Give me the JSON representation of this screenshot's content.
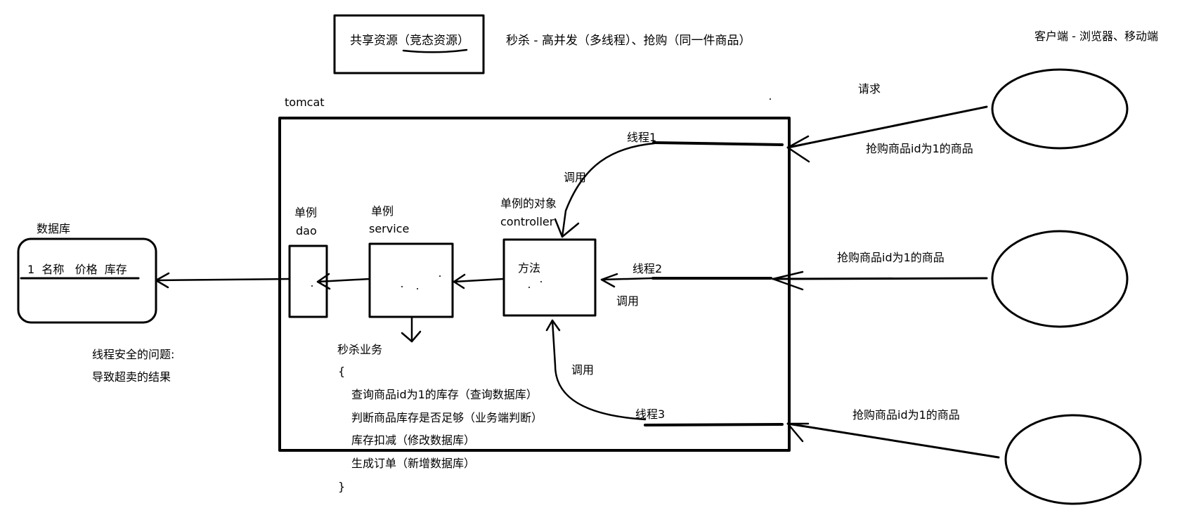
{
  "top": {
    "shared_resource_box": "共享资源（竞态资源）",
    "scenario": "秒杀 - 高并发（多线程）、抢购（同一件商品）"
  },
  "clients": {
    "title": "客户端 - 浏览器、移动端",
    "request_label": "请求",
    "requests": [
      "抢购商品id为1的商品",
      "抢购商品id为1的商品",
      "抢购商品id为1的商品"
    ]
  },
  "tomcat": {
    "title": "tomcat",
    "threads": [
      "线程1",
      "线程2",
      "线程3"
    ],
    "call_labels": [
      "调用",
      "调用",
      "调用"
    ],
    "controller": {
      "line1": "单例的对象",
      "line2": "controller",
      "method": "方法"
    },
    "service": {
      "line1": "单例",
      "line2": "service"
    },
    "dao": {
      "line1": "单例",
      "line2": "dao"
    }
  },
  "database": {
    "title": "数据库",
    "row": "1  名称   价格  库存"
  },
  "issue": {
    "line1": "线程安全的问题:",
    "line2": "导致超卖的结果"
  },
  "business": {
    "title": "秒杀业务",
    "open": "{",
    "steps": [
      "查询商品id为1的库存（查询数据库）",
      "判断商品库存是否足够（业务端判断）",
      "库存扣减（修改数据库）",
      "生成订单（新增数据库）"
    ],
    "close": "}"
  }
}
